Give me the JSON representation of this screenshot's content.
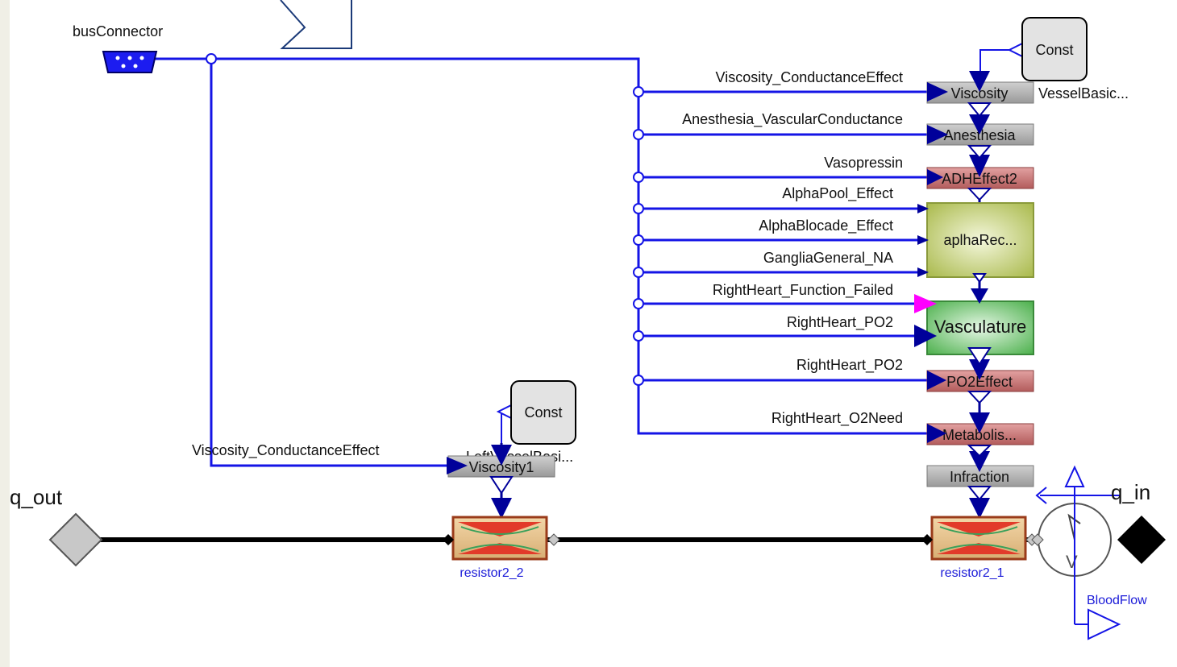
{
  "diagram": {
    "bus_connector": "busConnector",
    "signals": {
      "viscosity_conductance_effect": "Viscosity_ConductanceEffect",
      "anesthesia_vascular_conductance": "Anesthesia_VascularConductance",
      "vasopressin": "Vasopressin",
      "alpha_pool_effect": "AlphaPool_Effect",
      "alpha_blocade_effect": "AlphaBlocade_Effect",
      "ganglia_general_na": "GangliaGeneral_NA",
      "rightheart_function_failed": "RightHeart_Function_Failed",
      "rightheart_po2_a": "RightHeart_PO2",
      "rightheart_po2_b": "RightHeart_PO2",
      "rightheart_o2need": "RightHeart_O2Need",
      "viscosity_conductance_effect_lower": "Viscosity_ConductanceEffect"
    },
    "blocks": {
      "const_top": "Const",
      "const_bottom": "Const",
      "viscosity": "Viscosity",
      "anesthesia": "Anesthesia",
      "adh_effect2": "ADHEffect2",
      "alpha_receptors": "aplhaRec...",
      "vasculature": "Vasculature",
      "po2_effect": "PO2Effect",
      "metabolism": "Metabolis...",
      "infraction": "Infraction",
      "viscosity1": "Viscosity1",
      "vessel_basic_top": "VesselBasic...",
      "vessel_basic_bottom": "LeftVesselBasi..."
    },
    "components": {
      "q_out": "q_out",
      "q_in": "q_in",
      "resistor2_2": "resistor2_2",
      "resistor2_1": "resistor2_1",
      "blood_flow": "BloodFlow",
      "flow_meter_glyph": "V"
    },
    "colors": {
      "bus": "#1414e6",
      "signal_arrow": "#00009a",
      "connection": "#000000",
      "gray_block": "#a7a7a7",
      "red_block": "#b96666",
      "alpha_block": "#b5c25e",
      "vasculature_block": "#5fbf5f",
      "boolean_input": "#ff00ff"
    }
  }
}
